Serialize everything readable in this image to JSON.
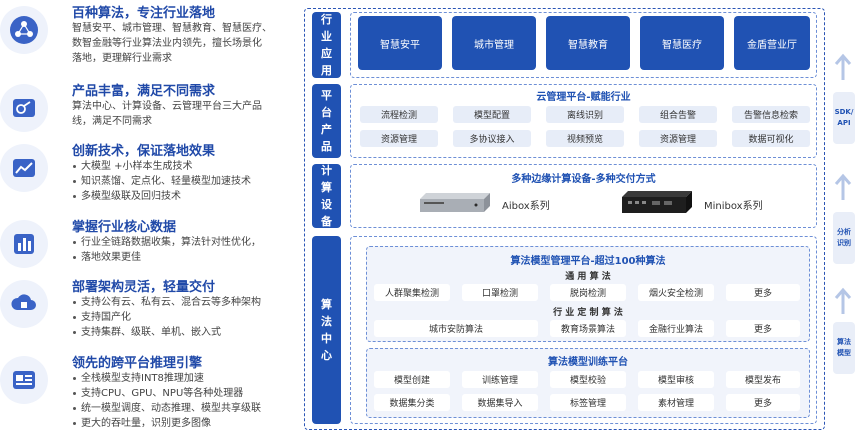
{
  "features": [
    {
      "icon": "cloud-network-icon",
      "title": "百种算法，专注行业落地",
      "bullets": false,
      "lines": [
        "智慧安平、城市管理、智慧教育、智慧医疗、",
        "数智金融等行业算法业内领先，擅长场景化",
        "落地，更理解行业需求"
      ]
    },
    {
      "icon": "settings-card-icon",
      "title": "产品丰富，满足不同需求",
      "bullets": false,
      "lines": [
        "算法中心、计算设备、云管理平台三大产品",
        "线，满足不同需求"
      ]
    },
    {
      "icon": "trend-chart-icon",
      "title": "创新技术，保证落地效果",
      "bullets": true,
      "lines": [
        "大模型 +小样本生成技术",
        "知识蒸馏、定点化、轻量模型加速技术",
        "多模型级联及回归技术"
      ]
    },
    {
      "icon": "data-bars-icon",
      "title": "掌握行业核心数据",
      "bullets": true,
      "lines": [
        "行业全链路数据收集，算法针对性优化，",
        "落地效果更佳"
      ]
    },
    {
      "icon": "cloud-deploy-icon",
      "title": "部署架构灵活，轻量交付",
      "bullets": true,
      "lines": [
        "支持公有云、私有云、混合云等多种架构",
        "支持国产化",
        "支持集群、级联、单机、嵌入式"
      ]
    },
    {
      "icon": "inference-panel-icon",
      "title": "领先的跨平台推理引擎",
      "bullets": true,
      "lines": [
        "全栈模型支持INT8推理加速",
        "支持CPU、GPU、NPU等各种处理器",
        "统一模型调度、动态推理、模型共享级联",
        "更大的吞吐量，识别更多图像"
      ]
    }
  ],
  "diagram": {
    "labels": {
      "industry": [
        "行",
        "业",
        "应",
        "用"
      ],
      "platform": [
        "平",
        "台",
        "产",
        "品"
      ],
      "compute": [
        "计",
        "算",
        "设",
        "备"
      ],
      "algorithm": [
        "算",
        "法",
        "中",
        "心"
      ]
    },
    "industries": [
      "智慧安平",
      "城市管理",
      "智慧教育",
      "智慧医疗",
      "金盾营业厅"
    ],
    "cloud": {
      "title": "云管理平台-赋能行业",
      "row1": [
        "流程检测",
        "模型配置",
        "离线识别",
        "组合告警",
        "告警信息检索"
      ],
      "row2": [
        "资源管理",
        "多协议接入",
        "视频预览",
        "资源管理",
        "数据可视化"
      ]
    },
    "devices": {
      "title": "多种边缘计算设备-多种交付方式",
      "items": [
        "Aibox系列",
        "Minibox系列"
      ]
    },
    "algo_mgmt": {
      "title": "算法模型管理平台-超过100种算法",
      "general_title": "通 用 算 法",
      "general": [
        "人群聚集检测",
        "口罩检测",
        "脱岗检测",
        "烟火安全检测",
        "更多"
      ],
      "custom_title": "行 业 定 制 算 法",
      "custom": [
        "城市安防算法",
        "教育场景算法",
        "金融行业算法",
        "更多"
      ]
    },
    "training": {
      "title": "算法模型训练平台",
      "row1": [
        "模型创建",
        "训练管理",
        "模型校验",
        "模型审核",
        "模型发布"
      ],
      "row2": [
        "数据集分类",
        "数据集导入",
        "标签管理",
        "素材管理",
        "更多"
      ]
    },
    "flows": [
      {
        "label": "SDK/API",
        "lines": [
          "SDK/",
          "API"
        ]
      },
      {
        "label": "分析识别",
        "lines": [
          "分析",
          "识别"
        ]
      },
      {
        "label": "算法模型",
        "lines": [
          "算法",
          "模型"
        ]
      }
    ],
    "colors": {
      "primary": "#2052b3",
      "chip": "#e7edf8",
      "title": "#2049a8"
    }
  }
}
